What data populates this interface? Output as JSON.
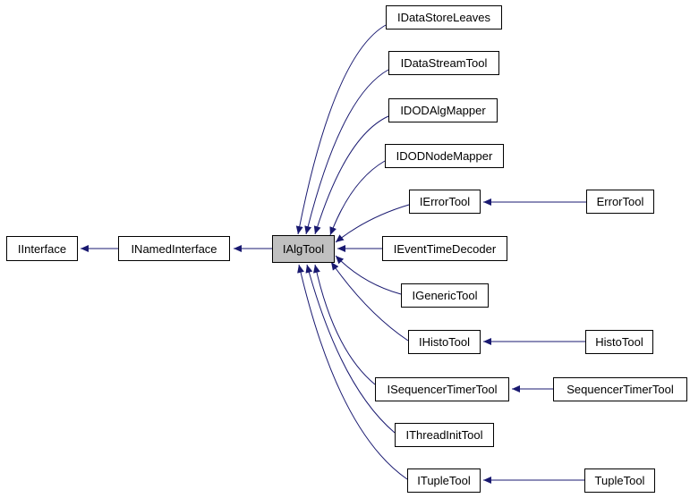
{
  "diagram": {
    "colors": {
      "edge": "#191970",
      "node_border": "#000000",
      "node_fill": "#ffffff",
      "current_node_fill": "#c0c0c0",
      "background": "#ffffff",
      "text": "#000000"
    },
    "current_node": "IAlgTool",
    "nodes": [
      {
        "id": "IInterface",
        "label": "IInterface"
      },
      {
        "id": "INamedInterface",
        "label": "INamedInterface"
      },
      {
        "id": "IAlgTool",
        "label": "IAlgTool"
      },
      {
        "id": "IDataStoreLeaves",
        "label": "IDataStoreLeaves"
      },
      {
        "id": "IDataStreamTool",
        "label": "IDataStreamTool"
      },
      {
        "id": "IDODAlgMapper",
        "label": "IDODAlgMapper"
      },
      {
        "id": "IDODNodeMapper",
        "label": "IDODNodeMapper"
      },
      {
        "id": "IErrorTool",
        "label": "IErrorTool"
      },
      {
        "id": "IEventTimeDecoder",
        "label": "IEventTimeDecoder"
      },
      {
        "id": "IGenericTool",
        "label": "IGenericTool"
      },
      {
        "id": "IHistoTool",
        "label": "IHistoTool"
      },
      {
        "id": "ISequencerTimerTool",
        "label": "ISequencerTimerTool"
      },
      {
        "id": "IThreadInitTool",
        "label": "IThreadInitTool"
      },
      {
        "id": "ITupleTool",
        "label": "ITupleTool"
      },
      {
        "id": "ErrorTool",
        "label": "ErrorTool"
      },
      {
        "id": "HistoTool",
        "label": "HistoTool"
      },
      {
        "id": "SequencerTimerTool",
        "label": "SequencerTimerTool"
      },
      {
        "id": "TupleTool",
        "label": "TupleTool"
      }
    ],
    "relations": [
      {
        "derived": "INamedInterface",
        "base": "IInterface"
      },
      {
        "derived": "IAlgTool",
        "base": "INamedInterface"
      },
      {
        "derived": "IDataStoreLeaves",
        "base": "IAlgTool"
      },
      {
        "derived": "IDataStreamTool",
        "base": "IAlgTool"
      },
      {
        "derived": "IDODAlgMapper",
        "base": "IAlgTool"
      },
      {
        "derived": "IDODNodeMapper",
        "base": "IAlgTool"
      },
      {
        "derived": "IErrorTool",
        "base": "IAlgTool"
      },
      {
        "derived": "IEventTimeDecoder",
        "base": "IAlgTool"
      },
      {
        "derived": "IGenericTool",
        "base": "IAlgTool"
      },
      {
        "derived": "IHistoTool",
        "base": "IAlgTool"
      },
      {
        "derived": "ISequencerTimerTool",
        "base": "IAlgTool"
      },
      {
        "derived": "IThreadInitTool",
        "base": "IAlgTool"
      },
      {
        "derived": "ITupleTool",
        "base": "IAlgTool"
      },
      {
        "derived": "ErrorTool",
        "base": "IErrorTool"
      },
      {
        "derived": "HistoTool",
        "base": "IHistoTool"
      },
      {
        "derived": "SequencerTimerTool",
        "base": "ISequencerTimerTool"
      },
      {
        "derived": "TupleTool",
        "base": "ITupleTool"
      }
    ]
  }
}
